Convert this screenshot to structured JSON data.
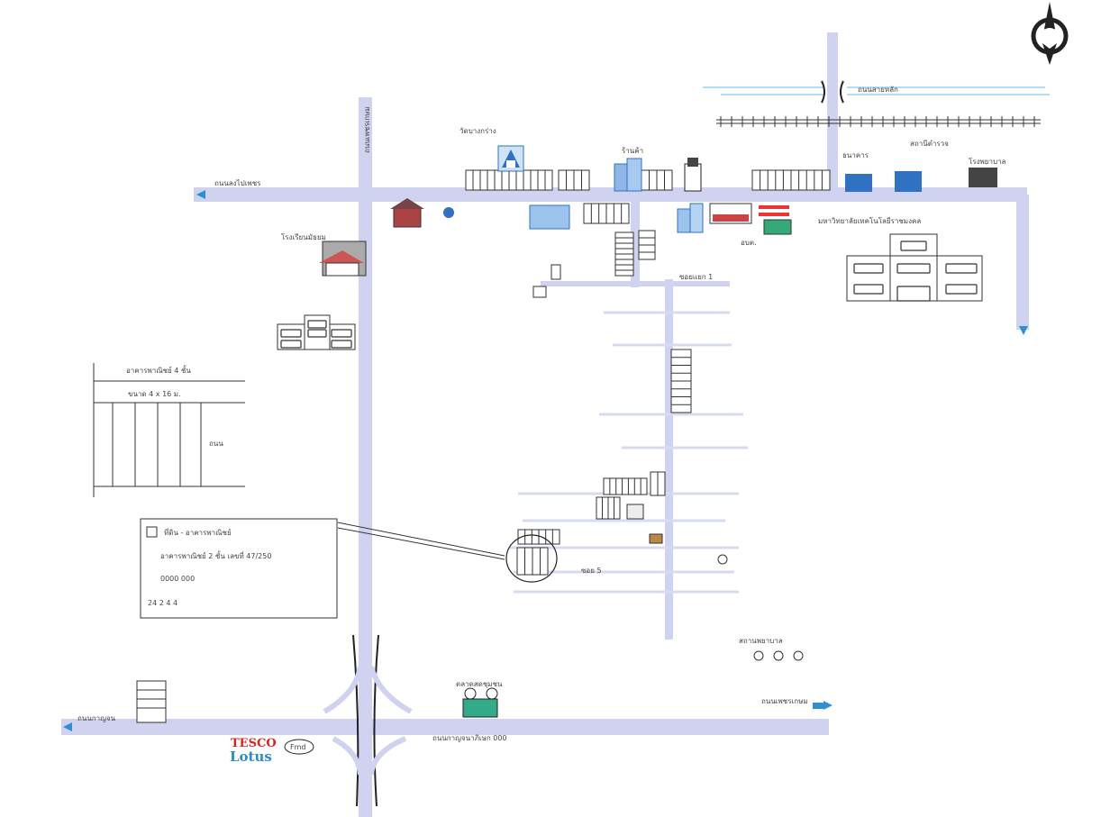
{
  "map": {
    "brand_tesco": "TESCO",
    "brand_lotus": "Lotus",
    "badge_text": "Fmd",
    "legend_box": {
      "line1": "ที่ดิน - อาคารพาณิชย์",
      "line2": "อาคารพาณิชย์ 2 ชั้น เลขที่ 47/250",
      "line3": "0000          000",
      "line4": "24 2 4 4"
    },
    "labels": {
      "top_right_road": "ถนนสายหลัก",
      "left_road": "ถนนลงไปเพชร",
      "vertical_road_top": "ถนนเพชรเกษม",
      "university": "มหาวิทยาลัยเทคโนโลยีราชมงคล",
      "temple_text": "วัดบางกร่าง",
      "school": "โรงเรียนมัธยม",
      "bottom_road_left": "ถนนกาญจน",
      "bottom_road_right": "ถนนเพชรเกษม",
      "bottom_road_mid": "ถนนกาญจนาภิเษก 000",
      "market": "ตลาดสดชุมชน",
      "clinic": "สถานพยาบาล",
      "bank": "ธนาคาร",
      "station": "สถานีตำรวจ",
      "hospital": "โรงพยาบาล",
      "shop": "ร้านค้า",
      "office": "อบต.",
      "top_branch": "ซอยแยก 1",
      "left_shophouse_title": "อาคารพาณิชย์ 4 ชั้น",
      "left_shophouse_sub": "ขนาด 4 x 16 ม.",
      "left_shophouse_col": "ถนน",
      "target_area": "ซอย 5"
    },
    "colors": {
      "road": "#cfd3f0",
      "water": "#9ad0ee",
      "building_blue": "#2f72c4",
      "arrow_blue": "#2f8fd0",
      "legend_border": "#333333"
    },
    "icons": {
      "compass": "north-arrow-icon",
      "temple": "temple-icon",
      "bank": "bank-icon"
    }
  }
}
